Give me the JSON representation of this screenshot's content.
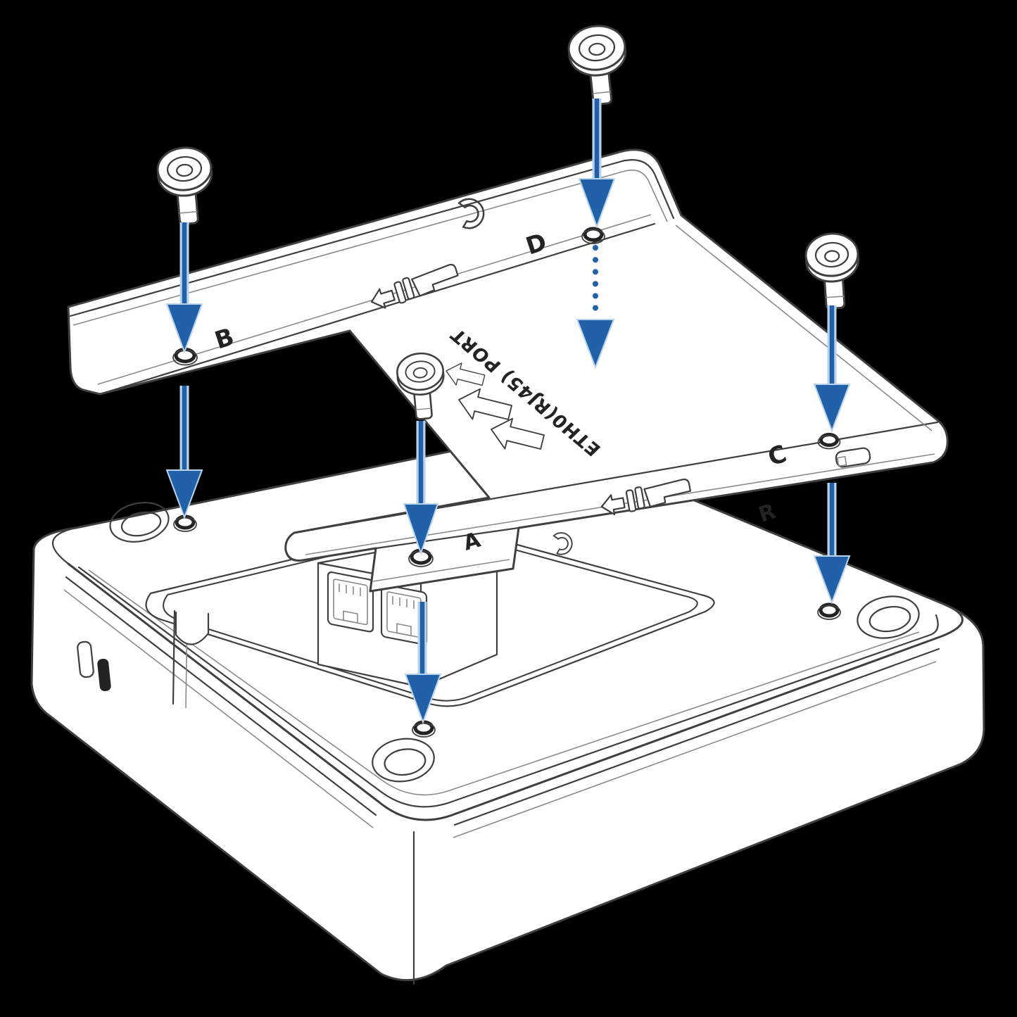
{
  "diagram": {
    "title": "Access point ceiling/wall mounting bracket exploded view",
    "labels": {
      "eth_port_text": "ETH0(RJ45) PORT",
      "position_a": "A",
      "position_b": "B",
      "position_c": "C",
      "position_d": "D",
      "position_r": "R"
    },
    "counts": {
      "screws": 4,
      "install_arrows": 8
    }
  },
  "colors": {
    "background": "#000000",
    "surface": "#ffffff",
    "line": "#3f3f3f",
    "line_dark": "#232323",
    "line_light": "#8a8a8a",
    "arrow_blue": "#2161a8",
    "arrow_halo": "#b9d3eb"
  }
}
